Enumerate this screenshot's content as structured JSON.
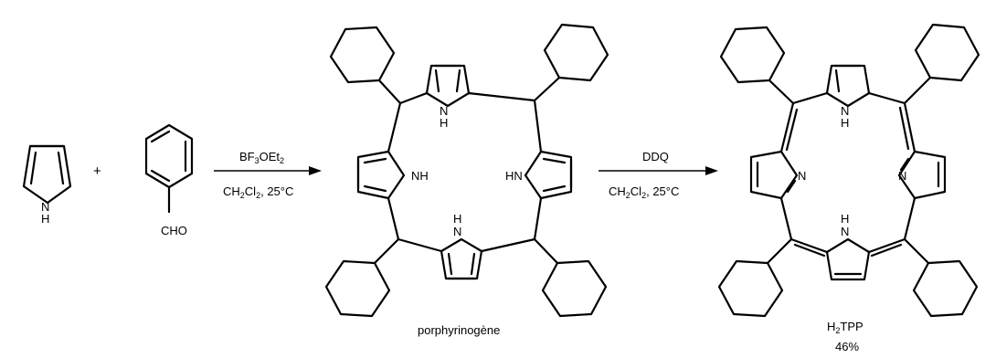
{
  "scheme": {
    "reactant_pyrrole_nh": "N",
    "reactant_pyrrole_h": "H",
    "plus": "+",
    "benzaldehyde_group": "CHO",
    "arrow1": {
      "reagent": "BF3OEt2",
      "conditions": "CH2Cl2, 25°C"
    },
    "intermediate": {
      "name": "porphyrinogène",
      "nh_label": "NH",
      "hn_label": "HN",
      "n": "N",
      "h": "H"
    },
    "arrow2": {
      "reagent": "DDQ",
      "conditions": "CH2Cl2, 25°C"
    },
    "product": {
      "name": "H2TPP",
      "yield": "46%",
      "n": "N",
      "h": "H"
    }
  }
}
